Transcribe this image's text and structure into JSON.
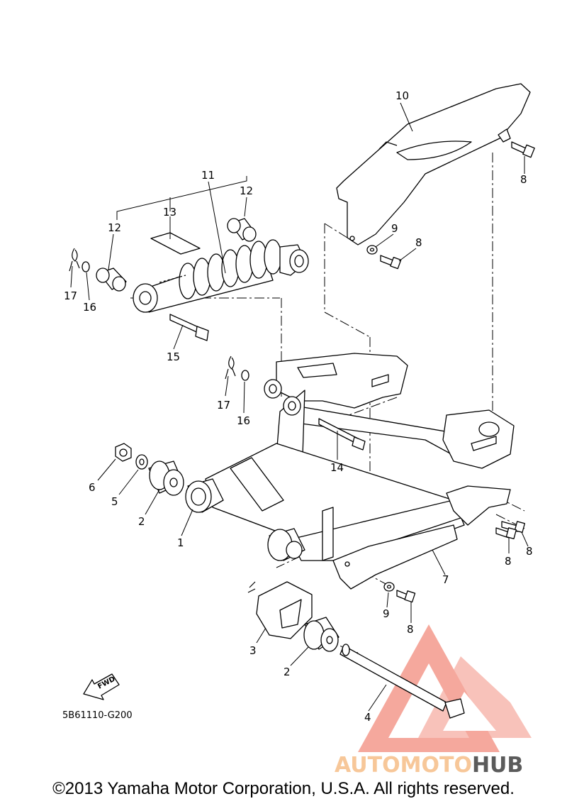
{
  "diagram": {
    "code": "5B61110-G200",
    "fwd_label": "FWD",
    "copyright": "©2013 Yamaha Motor Corporation, U.S.A. All rights reserved.",
    "parts": [
      {
        "num": "1"
      },
      {
        "num": "2"
      },
      {
        "num": "2"
      },
      {
        "num": "3"
      },
      {
        "num": "4"
      },
      {
        "num": "5"
      },
      {
        "num": "6"
      },
      {
        "num": "7"
      },
      {
        "num": "8"
      },
      {
        "num": "8"
      },
      {
        "num": "8"
      },
      {
        "num": "8"
      },
      {
        "num": "8"
      },
      {
        "num": "9"
      },
      {
        "num": "9"
      },
      {
        "num": "10"
      },
      {
        "num": "11"
      },
      {
        "num": "12"
      },
      {
        "num": "12"
      },
      {
        "num": "13"
      },
      {
        "num": "14"
      },
      {
        "num": "15"
      },
      {
        "num": "16"
      },
      {
        "num": "16"
      },
      {
        "num": "17"
      },
      {
        "num": "17"
      }
    ]
  },
  "watermark": {
    "part1": "AUTOMOTO",
    "part2": "HUB",
    "color_primary": "#f49a8c",
    "color_secondary": "#f7c28e",
    "color_dark": "#4a4a4a"
  }
}
